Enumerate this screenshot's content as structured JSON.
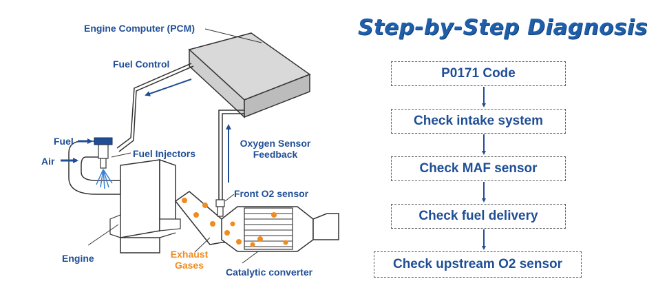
{
  "labels": {
    "pcm": "Engine Computer (PCM)",
    "fuel_control": "Fuel Control",
    "fuel": "Fuel",
    "air": "Air",
    "fuel_injectors": "Fuel Injectors",
    "oxygen_sensor_feedback_line1": "Oxygen Sensor",
    "oxygen_sensor_feedback_line2": "Feedback",
    "front_o2_sensor": "Front O2 sensor",
    "engine": "Engine",
    "exhaust_line1": "Exhaust",
    "exhaust_line2": "Gases",
    "catalytic_converter": "Catalytic converter"
  },
  "heading": "Step-by-Step Diagnosis",
  "steps": [
    "P0171 Code",
    "Check intake system",
    "Check MAF sensor",
    "Check fuel delivery",
    "Check upstream O2 sensor"
  ],
  "colors": {
    "label_blue": "#1f4e96",
    "exhaust_orange": "#f08c1e",
    "heading_blue": "#1f5faa"
  }
}
